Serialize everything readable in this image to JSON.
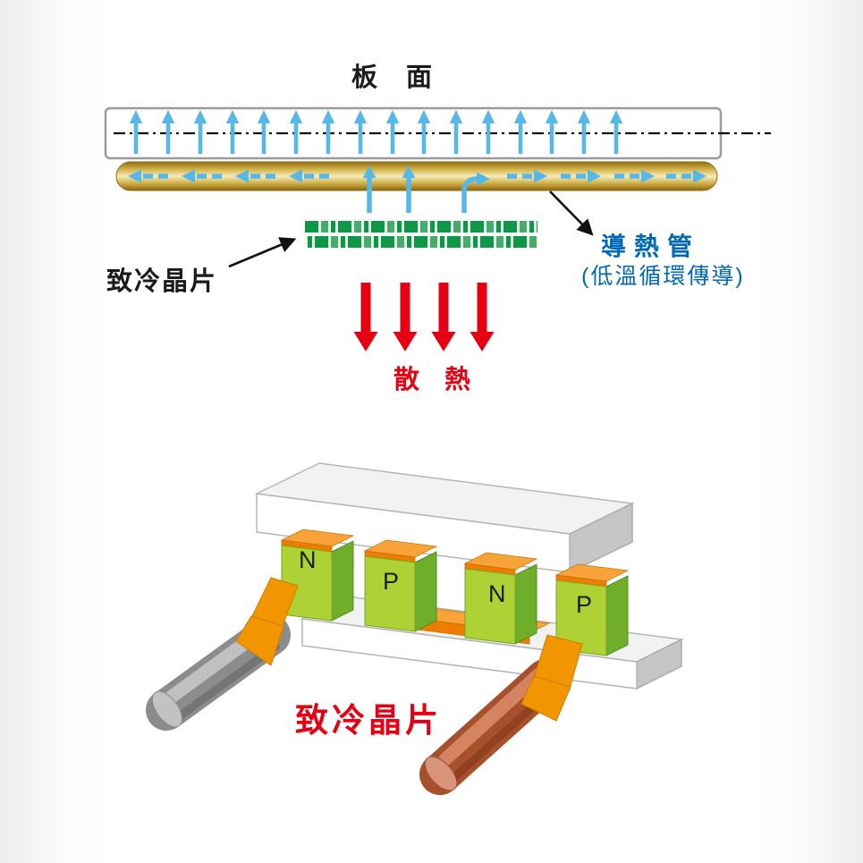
{
  "page": {
    "background": "#ffffff"
  },
  "colors": {
    "arrow_blue": "#56b8e9",
    "label_blue": "#0068b7",
    "red": "#e60012",
    "pipe_gold": "#caa83c",
    "chip_green": "#0f9748",
    "block_green": "#aed136",
    "copper_orange": "#ed7d00",
    "plate_white": "#ffffff",
    "text_black": "#1a1a1a"
  },
  "top_diagram": {
    "board_label": "板 面",
    "chip_label": "致冷晶片",
    "pipe_label": "導熱管",
    "pipe_sublabel": "(低溫循環傳導)",
    "heat_label": "散 熱"
  },
  "module": {
    "caption": "致冷晶片",
    "blocks": [
      {
        "label": "N"
      },
      {
        "label": "P"
      },
      {
        "label": "N"
      },
      {
        "label": "P"
      }
    ]
  }
}
